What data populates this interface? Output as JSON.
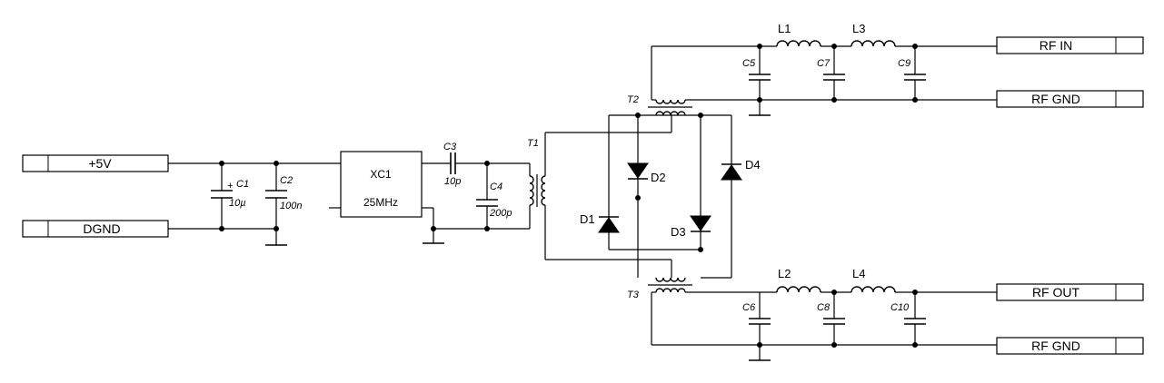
{
  "terminals": {
    "vcc": "+5V",
    "dgnd": "DGND",
    "rf_in": "RF IN",
    "rf_gnd_top": "RF GND",
    "rf_out": "RF OUT",
    "rf_gnd_bottom": "RF GND"
  },
  "oscillator": {
    "name": "XC1",
    "frequency": "25MHz"
  },
  "components": {
    "c1": {
      "ref": "C1",
      "value": "10µ",
      "polarity": "+"
    },
    "c2": {
      "ref": "C2",
      "value": "100n"
    },
    "c3": {
      "ref": "C3",
      "value": "10p"
    },
    "c4": {
      "ref": "C4",
      "value": "200p"
    },
    "c5": {
      "ref": "C5"
    },
    "c6": {
      "ref": "C6"
    },
    "c7": {
      "ref": "C7"
    },
    "c8": {
      "ref": "C8"
    },
    "c9": {
      "ref": "C9"
    },
    "c10": {
      "ref": "C10"
    },
    "l1": {
      "ref": "L1"
    },
    "l2": {
      "ref": "L2"
    },
    "l3": {
      "ref": "L3"
    },
    "l4": {
      "ref": "L4"
    },
    "t1": {
      "ref": "T1"
    },
    "t2": {
      "ref": "T2"
    },
    "t3": {
      "ref": "T3"
    },
    "d1": {
      "ref": "D1"
    },
    "d2": {
      "ref": "D2"
    },
    "d3": {
      "ref": "D3"
    },
    "d4": {
      "ref": "D4"
    }
  }
}
